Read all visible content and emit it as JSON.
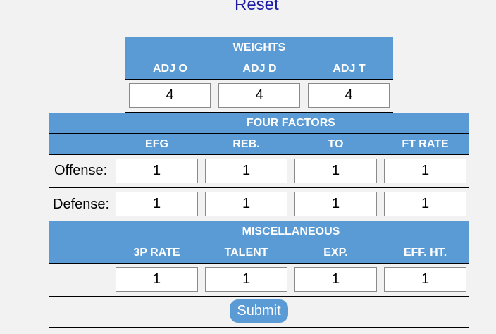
{
  "reset_label": "Reset",
  "weights": {
    "title": "WEIGHTS",
    "columns": [
      "ADJ O",
      "ADJ D",
      "ADJ T"
    ],
    "values": [
      "4",
      "4",
      "4"
    ]
  },
  "four_factors": {
    "title": "FOUR FACTORS",
    "columns": [
      "EFG",
      "REB.",
      "TO",
      "FT RATE"
    ],
    "offense_label": "Offense:",
    "offense_values": [
      "1",
      "1",
      "1",
      "1"
    ],
    "defense_label": "Defense:",
    "defense_values": [
      "1",
      "1",
      "1",
      "1"
    ]
  },
  "misc": {
    "title": "MISCELLANEOUS",
    "columns": [
      "3P RATE",
      "TALENT",
      "EXP.",
      "EFF. HT."
    ],
    "values": [
      "1",
      "1",
      "1",
      "1"
    ]
  },
  "submit_label": "Submit",
  "colors": {
    "header_bg": "#5b9bd5",
    "link": "#1a1aa6"
  }
}
